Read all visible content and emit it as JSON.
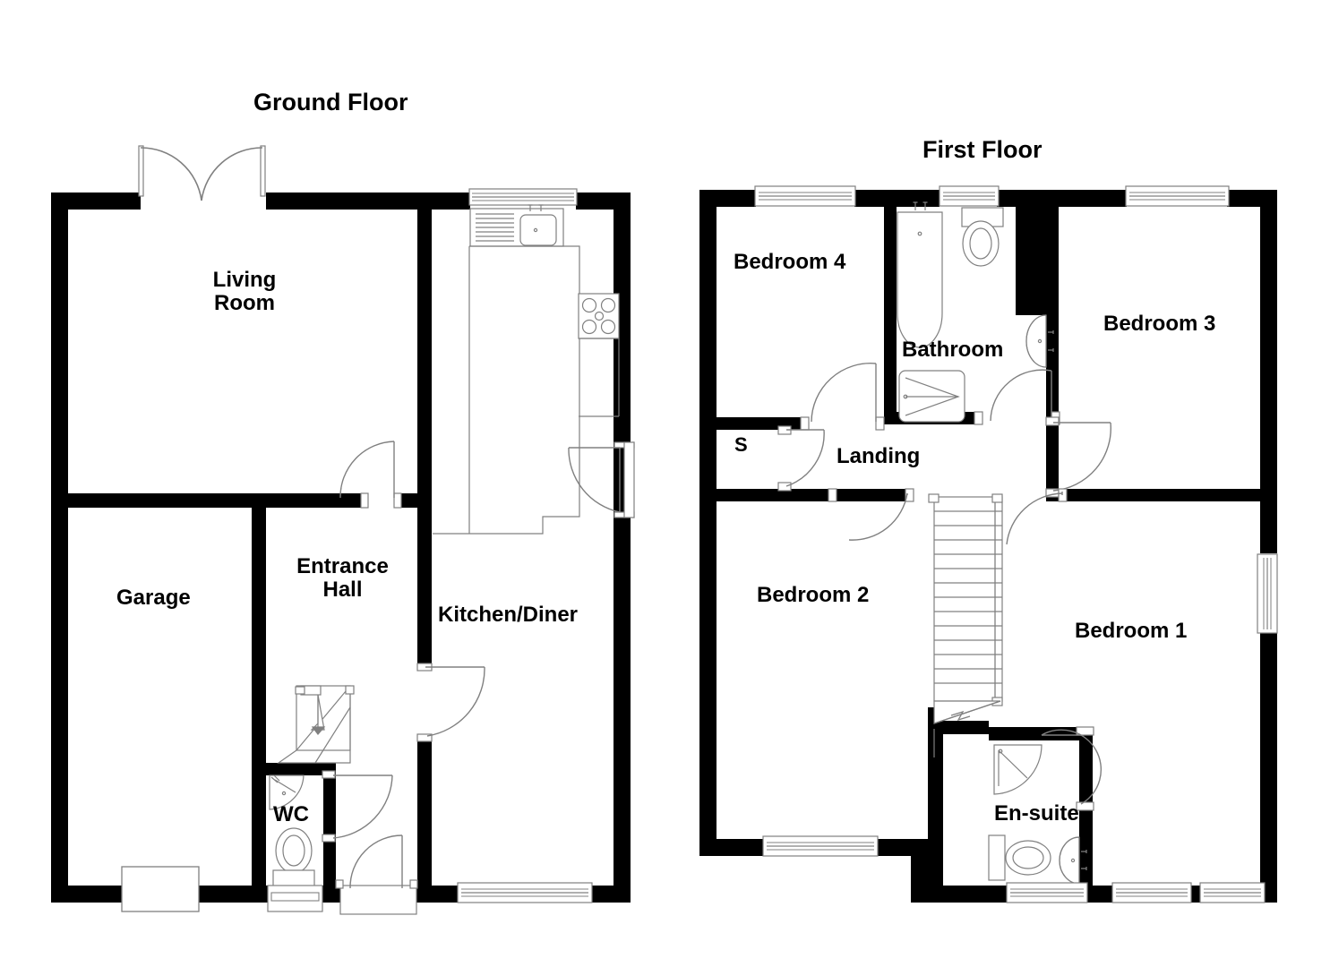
{
  "document": {
    "type": "residential-floor-plan",
    "sheet_background": "#ffffff",
    "wall_color": "#000000",
    "fixture_line_color": "#808080",
    "text_color": "#000000"
  },
  "floors": [
    {
      "id": "ground",
      "title": "Ground Floor",
      "rooms": [
        {
          "id": "living-room",
          "label": "Living\nRoom",
          "line1": "Living",
          "line2": "Room"
        },
        {
          "id": "garage",
          "label": "Garage",
          "line1": "Garage",
          "line2": ""
        },
        {
          "id": "entrance-hall",
          "label": "Entrance\nHall",
          "line1": "Entrance",
          "line2": "Hall"
        },
        {
          "id": "kitchen-diner",
          "label": "Kitchen/Diner",
          "line1": "Kitchen/Diner",
          "line2": ""
        },
        {
          "id": "wc",
          "label": "WC",
          "line1": "WC",
          "line2": ""
        }
      ],
      "features": [
        "french-doors",
        "kitchen-window",
        "front-door",
        "back-door",
        "garage-door",
        "wc-window",
        "kitchen-diner-window",
        "sink",
        "drainer",
        "hob",
        "worktop",
        "stairs-up",
        "toilet",
        "basin"
      ]
    },
    {
      "id": "first",
      "title": "First Floor",
      "rooms": [
        {
          "id": "bedroom-4",
          "label": "Bedroom 4",
          "line1": "Bedroom 4",
          "line2": ""
        },
        {
          "id": "bedroom-3",
          "label": "Bedroom 3",
          "line1": "Bedroom 3",
          "line2": ""
        },
        {
          "id": "bedroom-2",
          "label": "Bedroom 2",
          "line1": "Bedroom 2",
          "line2": ""
        },
        {
          "id": "bedroom-1",
          "label": "Bedroom 1",
          "line1": "Bedroom 1",
          "line2": ""
        },
        {
          "id": "bathroom",
          "label": "Bathroom",
          "line1": "Bathroom",
          "line2": ""
        },
        {
          "id": "en-suite",
          "label": "En-suite",
          "line1": "En-suite",
          "line2": ""
        },
        {
          "id": "landing",
          "label": "Landing",
          "line1": "Landing",
          "line2": ""
        },
        {
          "id": "storage",
          "label": "S",
          "line1": "S",
          "line2": ""
        }
      ],
      "features": [
        "bedroom4-window",
        "bathroom-window",
        "bedroom3-window",
        "bedroom2-window",
        "bedroom1-side-window",
        "bedroom1-windows",
        "en-suite-window",
        "bath",
        "toilet",
        "basin",
        "shower-tray",
        "staircase",
        "storage-cupboard"
      ]
    }
  ],
  "labels": {
    "ground_title": "Ground Floor",
    "first_title": "First Floor",
    "living_room_l1": "Living",
    "living_room_l2": "Room",
    "garage": "Garage",
    "entrance_hall_l1": "Entrance",
    "entrance_hall_l2": "Hall",
    "kitchen_diner": "Kitchen/Diner",
    "wc": "WC",
    "bedroom_4": "Bedroom 4",
    "bedroom_3": "Bedroom 3",
    "bedroom_2": "Bedroom 2",
    "bedroom_1": "Bedroom 1",
    "bathroom": "Bathroom",
    "en_suite": "En-suite",
    "landing": "Landing",
    "storage": "S"
  }
}
